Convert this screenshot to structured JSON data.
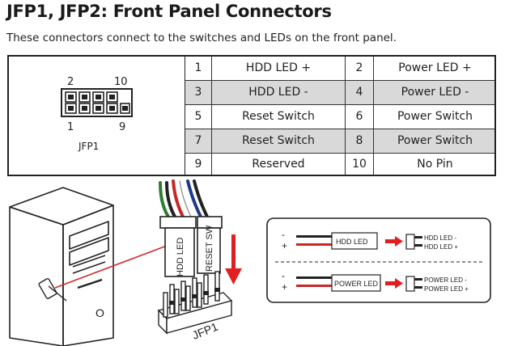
{
  "header": {
    "title": "JFP1, JFP2: Front Panel Connectors",
    "subtitle": "These connectors connect to the switches and LEDs on the front panel."
  },
  "header_diagram": {
    "pin_top_left": "2",
    "pin_top_right": "10",
    "pin_bottom_left": "1",
    "pin_bottom_right": "9",
    "name": "JFP1"
  },
  "pin_rows": [
    {
      "pin_a": "1",
      "label_a": "HDD LED +",
      "pin_b": "2",
      "label_b": "Power LED +",
      "shaded": false
    },
    {
      "pin_a": "3",
      "label_a": "HDD LED -",
      "pin_b": "4",
      "label_b": "Power LED -",
      "shaded": true
    },
    {
      "pin_a": "5",
      "label_a": "Reset Switch",
      "pin_b": "6",
      "label_b": "Power Switch",
      "shaded": false
    },
    {
      "pin_a": "7",
      "label_a": "Reset Switch",
      "pin_b": "8",
      "label_b": "Power Switch",
      "shaded": true
    },
    {
      "pin_a": "9",
      "label_a": "Reserved",
      "pin_b": "10",
      "label_b": "No Pin",
      "shaded": false
    }
  ],
  "illustration": {
    "cable_label_1": "HDD LED",
    "cable_label_2": "RESET SW",
    "header_label": "JFP1",
    "case_button": "O"
  },
  "legend": {
    "hdd": {
      "minus": "-",
      "plus": "+",
      "box": "HDD LED",
      "pin_minus": "HDD LED -",
      "pin_plus": "HDD LED +"
    },
    "power": {
      "minus": "-",
      "plus": "+",
      "box": "POWER LED",
      "pin_minus": "POWER LED -",
      "pin_plus": "POWER LED +"
    }
  },
  "colors": {
    "arrow_red": "#e02020",
    "shade_gray": "#d9d9d9",
    "wire_red": "#d42a2a"
  }
}
